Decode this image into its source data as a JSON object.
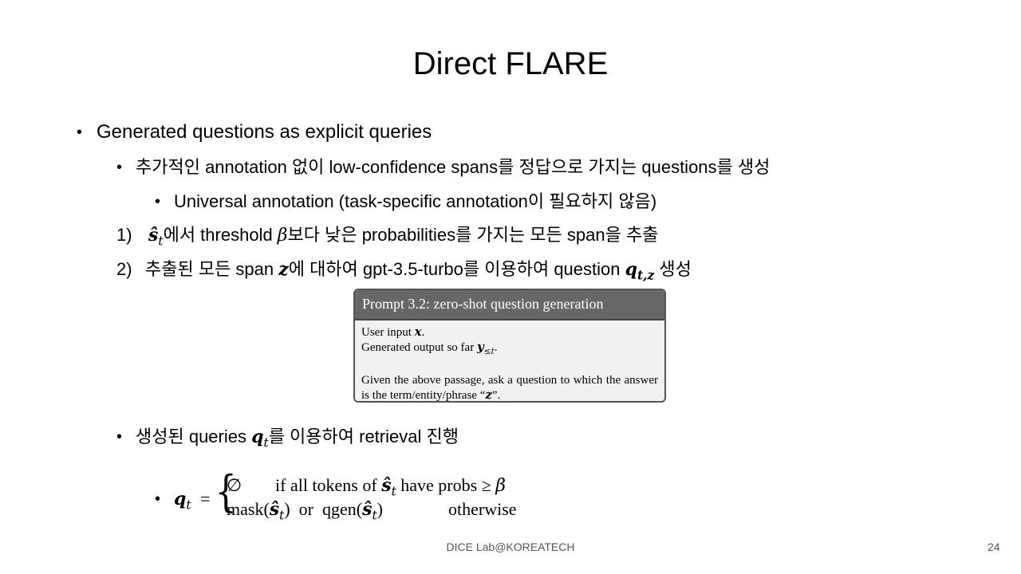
{
  "slide": {
    "title": "Direct FLARE",
    "b1": "Generated questions as explicit queries",
    "b2": "추가적인 annotation 없이 low-confidence spans를 정답으로 가지는 questions를 생성",
    "b3": "Universal annotation (task-specific annotation이 필요하지 않음)",
    "n1": {
      "num": "1)",
      "sym": "ŝ",
      "sub": "t",
      "text1": "에서 threshold ",
      "beta": "β",
      "text2": "보다 낮은 probabilities를 가지는 모든 span을 추출"
    },
    "n2": {
      "num": "2)",
      "text1": "추출된 모든 span ",
      "z": "z",
      "text2": "에 대하여 gpt-3.5-turbo를 이용하여 question ",
      "q": "q",
      "qsub": "t,z",
      "text3": " 생성"
    },
    "prompt": {
      "header": "Prompt 3.2: zero-shot question generation",
      "line1a": "User input ",
      "line1x": "x",
      "line1b": ".",
      "line2a": "Generated output so far ",
      "line2y": "y",
      "line2sub": "≤t",
      "line2b": ".",
      "line3a": "Given the above passage, ask a question to which the answer is the term/entity/phrase “",
      "line3z": "z",
      "line3b": "”."
    },
    "b4": {
      "text1": "생성된 queries ",
      "q": "q",
      "sub": "t",
      "text2": "를 이용하여 retrieval 진행"
    },
    "eq": {
      "lhs": "q",
      "lhs_sub": "t",
      "equals": "=",
      "case1_val": "∅",
      "case1_cond": "if all tokens of ",
      "case1_sym": "ŝ",
      "case1_sub": "t",
      "case1_cond2": " have probs ≥ ",
      "case1_beta": "β",
      "case2_val": "mask(",
      "case2_sym": "ŝ",
      "case2_sub": "t",
      "case2_mid": ")  or  qgen(",
      "case2_sym2": "ŝ",
      "case2_sub2": "t",
      "case2_end": ")",
      "case2_cond": "otherwise"
    },
    "footer": "DICE Lab@KOREATECH",
    "page": "24"
  }
}
